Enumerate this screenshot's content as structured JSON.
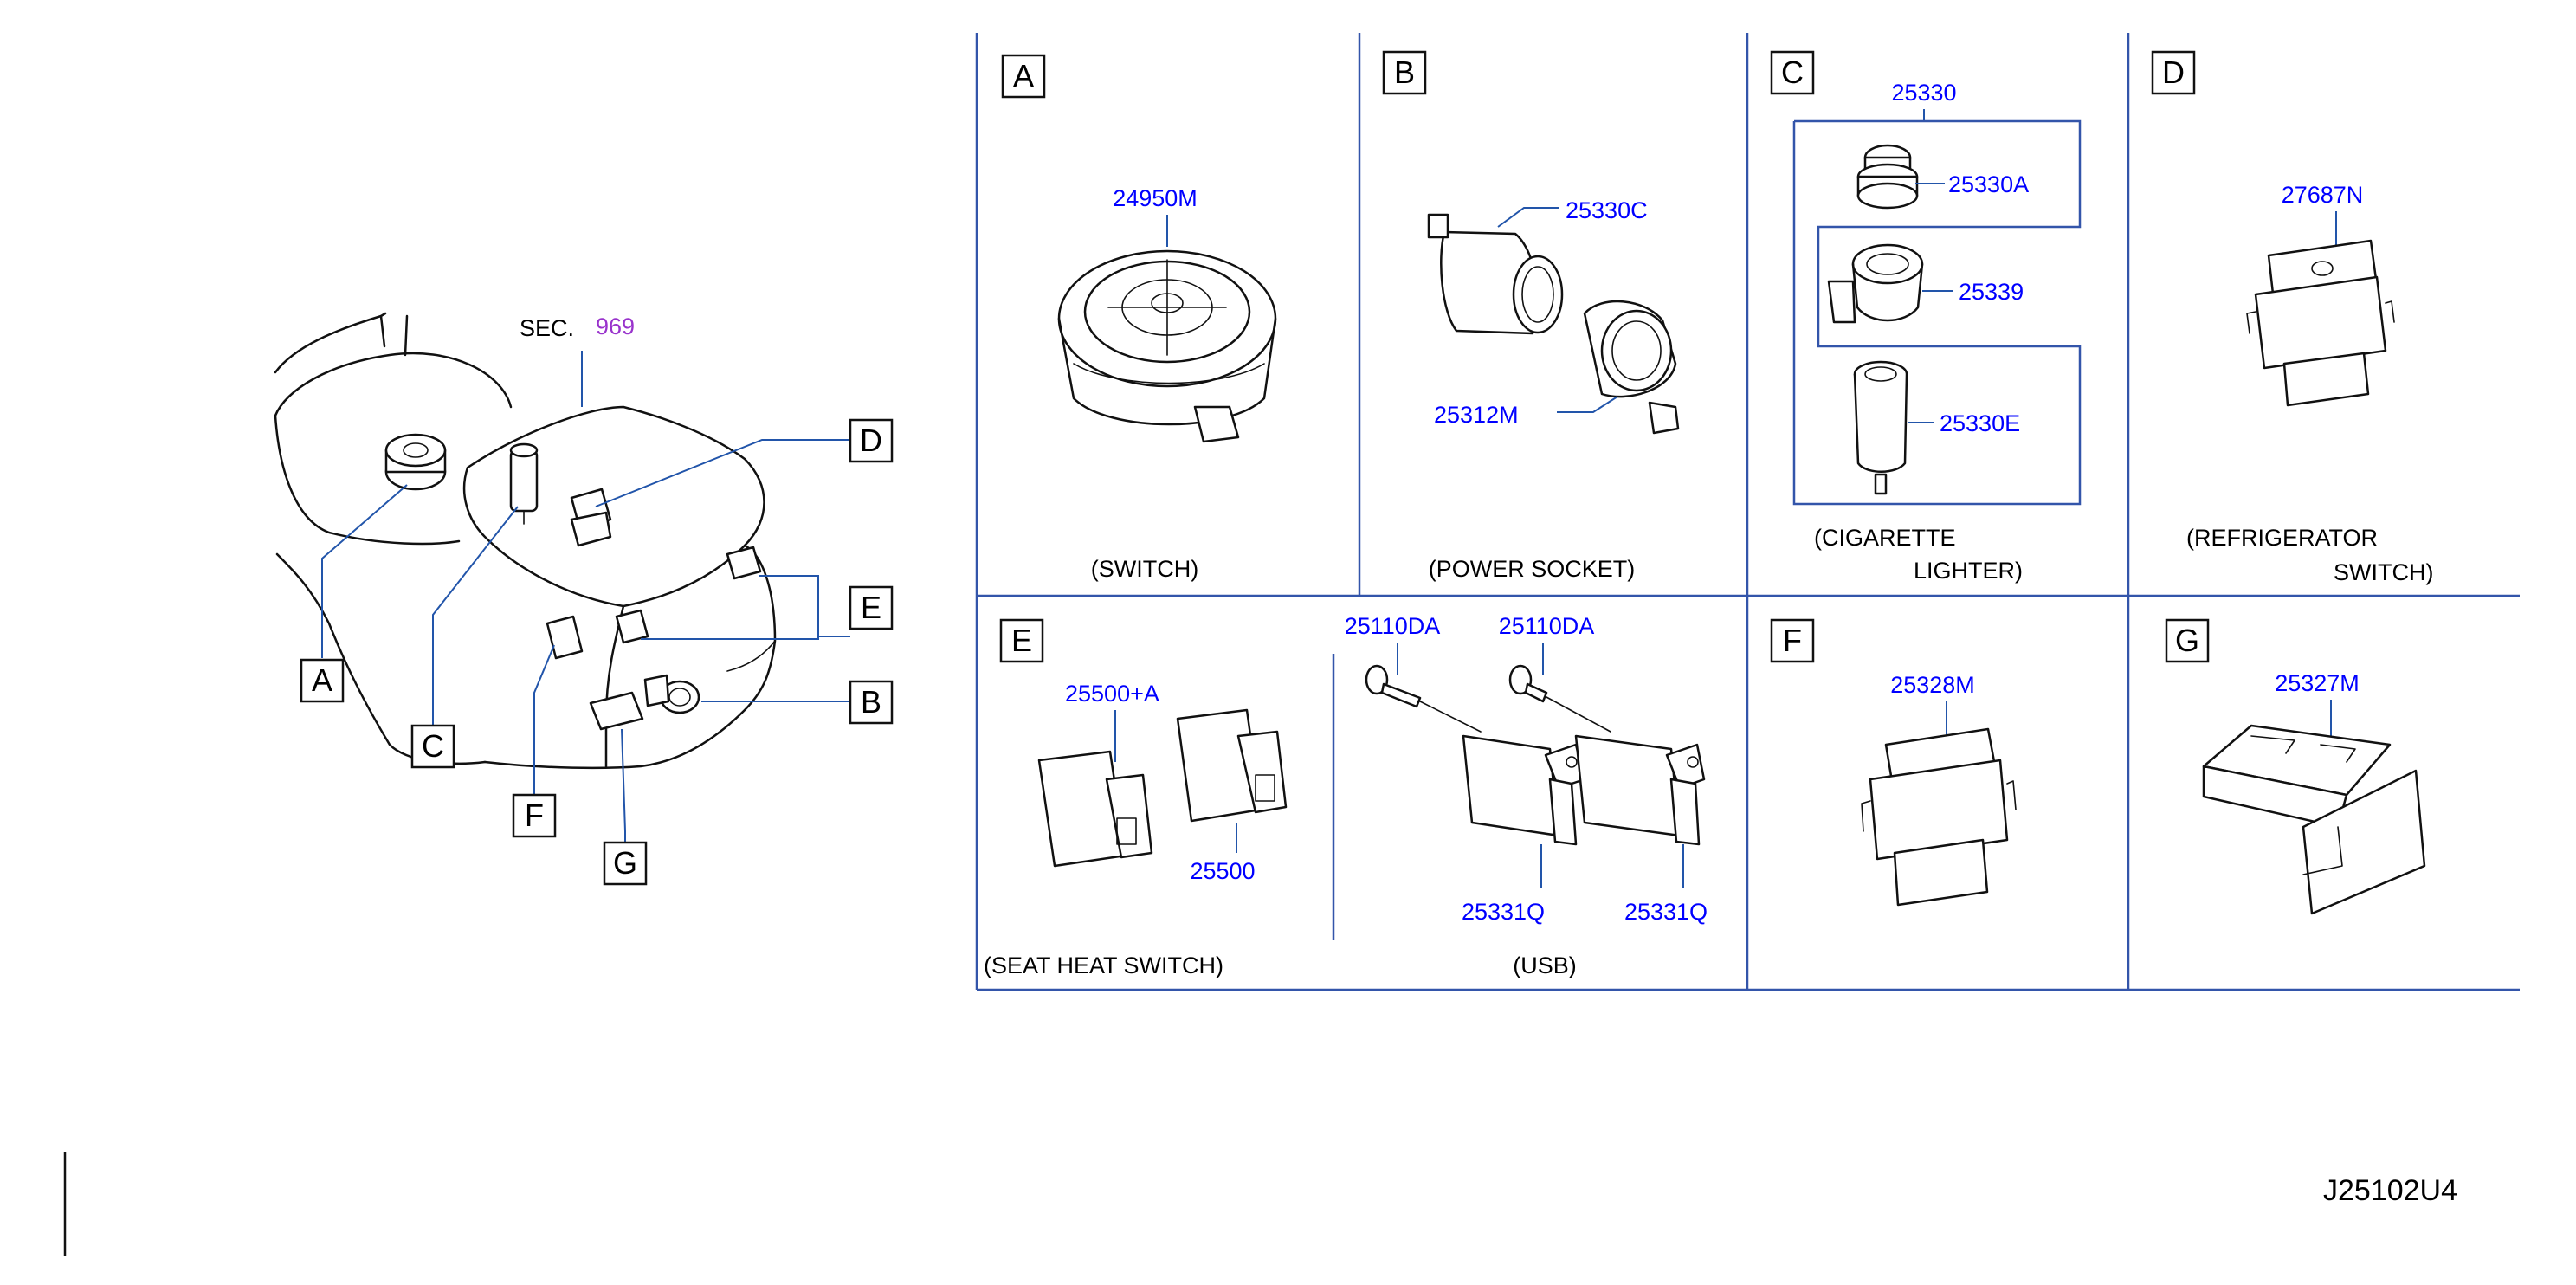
{
  "overview": {
    "sec_label": "SEC.",
    "sec_number": "969",
    "callouts": {
      "A": "A",
      "B": "B",
      "C": "C",
      "D": "D",
      "E": "E",
      "F": "F",
      "G": "G"
    }
  },
  "panels": {
    "A": {
      "letter": "A",
      "parts": [
        "24950M"
      ],
      "caption": [
        "(SWITCH)"
      ]
    },
    "B": {
      "letter": "B",
      "parts": [
        "25330C",
        "25312M"
      ],
      "caption": [
        "(POWER   SOCKET)"
      ]
    },
    "C": {
      "letter": "C",
      "parts": [
        "25330",
        "25330A",
        "25339",
        "25330E"
      ],
      "caption": [
        "(CIGARETTE",
        "LIGHTER)"
      ]
    },
    "D": {
      "letter": "D",
      "parts": [
        "27687N"
      ],
      "caption": [
        "(REFRIGERATOR",
        "SWITCH)"
      ]
    },
    "E": {
      "letter": "E",
      "parts": [
        "25500+A",
        "25500"
      ],
      "caption": [
        "(SEAT   HEAT   SWITCH)"
      ]
    },
    "USB": {
      "parts": [
        "25110DA",
        "25110DA",
        "25331Q",
        "25331Q"
      ],
      "caption": [
        "(USB)"
      ]
    },
    "F": {
      "letter": "F",
      "parts": [
        "25328M"
      ]
    },
    "G": {
      "letter": "G",
      "parts": [
        "25327M"
      ]
    }
  },
  "diagram_code": "J25102U4",
  "colors": {
    "part_number": "#0000ff",
    "section_ref": "#9933cc",
    "frame": "#3355aa",
    "ink": "#111111"
  }
}
